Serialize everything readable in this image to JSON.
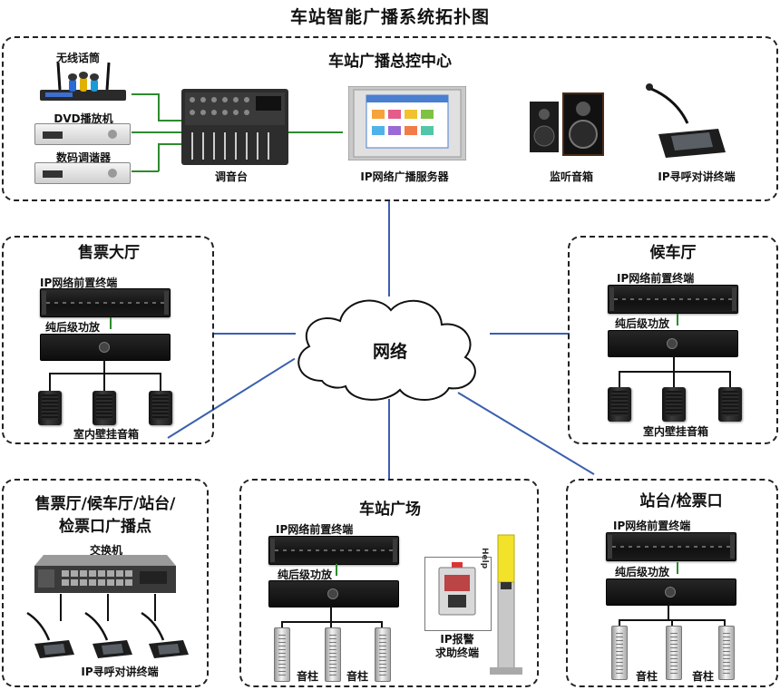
{
  "title": "车站智能广播系统拓扑图",
  "center": {
    "title": "车站广播总控中心",
    "wireless_mic": "无线话筒",
    "dvd": "DVD播放机",
    "tuner": "数码调谐器",
    "mixer": "调音台",
    "server": "IP网络广播服务器",
    "monitor": "监听音箱",
    "paging": "IP寻呼对讲终端"
  },
  "network": "网络",
  "ticket_hall": {
    "title": "售票大厅",
    "terminal": "IP网络前置终端",
    "amp": "纯后级功放",
    "speakers": "室内壁挂音箱"
  },
  "waiting_hall": {
    "title": "候车厅",
    "terminal": "IP网络前置终端",
    "amp": "纯后级功放",
    "speakers": "室内壁挂音箱"
  },
  "broadcast_points": {
    "title_line1": "售票厅/候车厅/站台/",
    "title_line2": "检票口广播点",
    "switch": "交换机",
    "paging": "IP寻呼对讲终端"
  },
  "plaza": {
    "title": "车站广场",
    "terminal": "IP网络前置终端",
    "amp": "纯后级功放",
    "column1": "音柱",
    "column2": "音柱",
    "alarm_line1": "IP报警",
    "alarm_line2": "求助终端",
    "pole_text": "Help"
  },
  "platform": {
    "title": "站台/检票口",
    "terminal": "IP网络前置终端",
    "amp": "纯后级功放",
    "column1": "音柱",
    "column2": "音柱"
  }
}
